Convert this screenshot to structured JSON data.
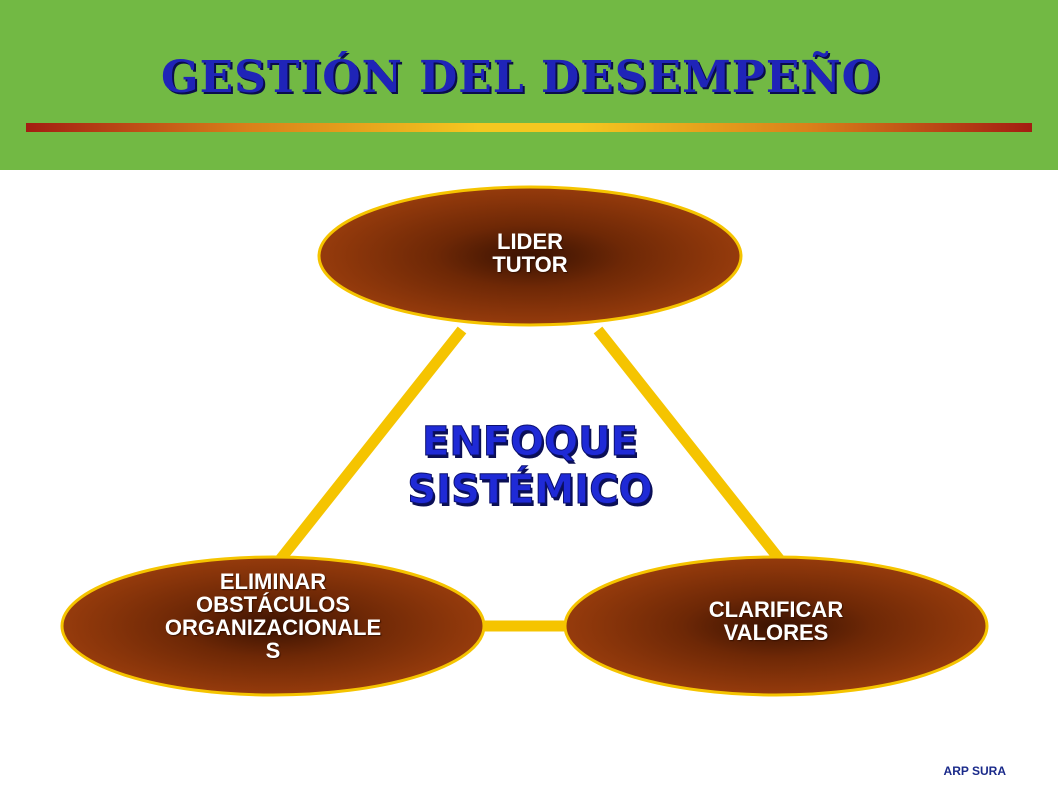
{
  "slide": {
    "title": "GESTIÓN DEL DESEMPEÑO",
    "footer": "ARP SURA"
  },
  "diagram": {
    "center_label_line1": "ENFOQUE",
    "center_label_line2": "SISTÉMICO",
    "nodes": [
      {
        "id": "top",
        "lines": [
          "LIDER",
          "TUTOR"
        ]
      },
      {
        "id": "bottom-left",
        "lines": [
          "ELIMINAR",
          "OBSTÁCULOS",
          "ORGANIZACIONALE",
          "S"
        ]
      },
      {
        "id": "bottom-right",
        "lines": [
          "CLARIFICAR",
          "VALORES"
        ]
      }
    ]
  },
  "colors": {
    "header_green": "#72b944",
    "title_blue": "#1f24b8",
    "connector_yellow": "#f5c400",
    "node_brown": "#8b3a0e"
  }
}
